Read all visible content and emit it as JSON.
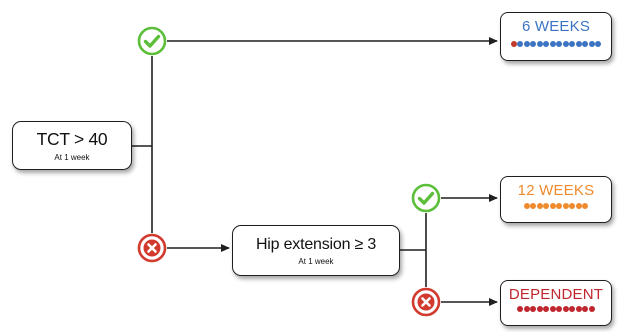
{
  "nodes": {
    "tct": {
      "title": "TCT > 40",
      "subtitle": "At 1 week"
    },
    "hip": {
      "title": "Hip extension ≥ 3",
      "subtitle": "At 1 week"
    }
  },
  "outcomes": {
    "six_weeks": {
      "label": "6 WEEKS",
      "color": "#3b74c3",
      "dot_colors": [
        "#c0392b",
        "#3b74c3",
        "#3b74c3",
        "#3b74c3",
        "#3b74c3",
        "#3b74c3",
        "#3b74c3",
        "#3b74c3",
        "#3b74c3",
        "#3b74c3",
        "#3b74c3",
        "#3b74c3",
        "#3b74c3",
        "#3b74c3"
      ]
    },
    "twelve_weeks": {
      "label": "12 WEEKS",
      "color": "#ef8a2d",
      "dot_colors": [
        "#ef8a2d",
        "#ef8a2d",
        "#ef8a2d",
        "#ef8a2d",
        "#ef8a2d",
        "#ef8a2d",
        "#ef8a2d",
        "#ef8a2d",
        "#ef8a2d",
        "#ef8a2d"
      ]
    },
    "dependent": {
      "label": "DEPENDENT",
      "color": "#c0262d",
      "dot_colors": [
        "#c0262d",
        "#c0262d",
        "#c0262d",
        "#c0262d",
        "#c0262d",
        "#c0262d",
        "#c0262d",
        "#c0262d",
        "#c0262d",
        "#c0262d",
        "#c0262d",
        "#c0262d"
      ]
    }
  },
  "decision_icons": {
    "yes": {
      "icon": "check-circle-icon",
      "ring_color": "#5cbf3a",
      "mark_color": "#5cbf3a"
    },
    "no": {
      "icon": "x-circle-icon",
      "ring_color": "#d23a2f",
      "mark_color": "#ffffff",
      "fill_color": "#d23a2f"
    }
  },
  "line_color": "#1f1f1f"
}
